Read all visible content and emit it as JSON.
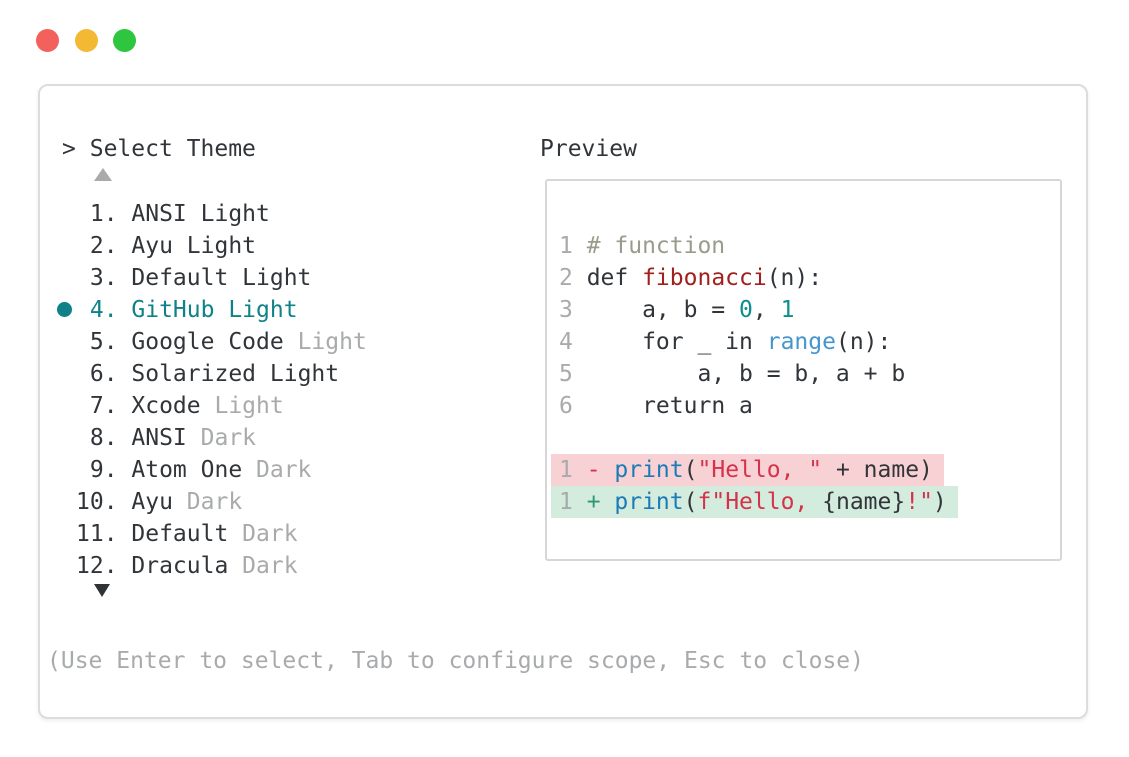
{
  "colors": {
    "accent": "#0f8287",
    "dark": "#31353a",
    "dim": "#a8aaac",
    "com": "#9b9b8b",
    "fn": "#a0201e",
    "str": "#d5334b",
    "bi": "#1b7ab8",
    "bi2": "#4496cf",
    "num": "#0d8e90",
    "minus": "#d5334b",
    "plus": "#2f9676",
    "delbg": "#f8d1d4",
    "addbg": "#d4ecdd"
  },
  "window": {
    "controls": [
      {
        "name": "close",
        "color": "#f2615c"
      },
      {
        "name": "minimize",
        "color": "#f3b934"
      },
      {
        "name": "zoom",
        "color": "#2ec53f"
      }
    ]
  },
  "palette": {
    "prompt": ">",
    "title": "Select Theme",
    "items": [
      {
        "num": 1,
        "name": "ANSI",
        "variant": "Light",
        "dim_variant": false,
        "selected": false
      },
      {
        "num": 2,
        "name": "Ayu",
        "variant": "Light",
        "dim_variant": false,
        "selected": false
      },
      {
        "num": 3,
        "name": "Default",
        "variant": "Light",
        "dim_variant": false,
        "selected": false
      },
      {
        "num": 4,
        "name": "GitHub",
        "variant": "Light",
        "dim_variant": false,
        "selected": true
      },
      {
        "num": 5,
        "name": "Google Code",
        "variant": "Light",
        "dim_variant": true,
        "selected": false
      },
      {
        "num": 6,
        "name": "Solarized",
        "variant": "Light",
        "dim_variant": false,
        "selected": false
      },
      {
        "num": 7,
        "name": "Xcode",
        "variant": "Light",
        "dim_variant": true,
        "selected": false
      },
      {
        "num": 8,
        "name": "ANSI",
        "variant": "Dark",
        "dim_variant": true,
        "selected": false
      },
      {
        "num": 9,
        "name": "Atom One",
        "variant": "Dark",
        "dim_variant": true,
        "selected": false
      },
      {
        "num": 10,
        "name": "Ayu",
        "variant": "Dark",
        "dim_variant": true,
        "selected": false
      },
      {
        "num": 11,
        "name": "Default",
        "variant": "Dark",
        "dim_variant": true,
        "selected": false
      },
      {
        "num": 12,
        "name": "Dracula",
        "variant": "Dark",
        "dim_variant": true,
        "selected": false
      }
    ],
    "footer_hint": "(Use Enter to select, Tab to configure scope, Esc to close)"
  },
  "preview": {
    "title": "Preview",
    "code_lines": [
      {
        "ln": "1",
        "tokens": [
          [
            "com",
            "# function"
          ]
        ]
      },
      {
        "ln": "2",
        "tokens": [
          [
            "kw",
            "def "
          ],
          [
            "fn",
            "fibonacci"
          ],
          [
            "txt",
            "(n):"
          ]
        ]
      },
      {
        "ln": "3",
        "tokens": [
          [
            "txt",
            "    a, b = "
          ],
          [
            "num",
            "0"
          ],
          [
            "txt",
            ", "
          ],
          [
            "num",
            "1"
          ]
        ]
      },
      {
        "ln": "4",
        "tokens": [
          [
            "txt",
            "    "
          ],
          [
            "kw",
            "for"
          ],
          [
            "txt",
            " _ "
          ],
          [
            "kw",
            "in"
          ],
          [
            "txt",
            " "
          ],
          [
            "bi2",
            "range"
          ],
          [
            "txt",
            "(n):"
          ]
        ]
      },
      {
        "ln": "5",
        "tokens": [
          [
            "txt",
            "        a, b = b, a + b"
          ]
        ]
      },
      {
        "ln": "6",
        "tokens": [
          [
            "txt",
            "    "
          ],
          [
            "kw",
            "return"
          ],
          [
            "txt",
            " a"
          ]
        ]
      }
    ],
    "diff_lines": [
      {
        "ln": "1",
        "kind": "del",
        "tokens": [
          [
            "del",
            "- "
          ],
          [
            "bi",
            "print"
          ],
          [
            "txt",
            "("
          ],
          [
            "str",
            "\"Hello, \""
          ],
          [
            "txt",
            " + name)"
          ]
        ]
      },
      {
        "ln": "1",
        "kind": "add",
        "tokens": [
          [
            "add",
            "+ "
          ],
          [
            "bi",
            "print"
          ],
          [
            "txt",
            "("
          ],
          [
            "str",
            "f\"Hello, "
          ],
          [
            "txt",
            "{name}"
          ],
          [
            "str",
            "!\""
          ],
          [
            "txt",
            ")"
          ]
        ]
      }
    ]
  }
}
